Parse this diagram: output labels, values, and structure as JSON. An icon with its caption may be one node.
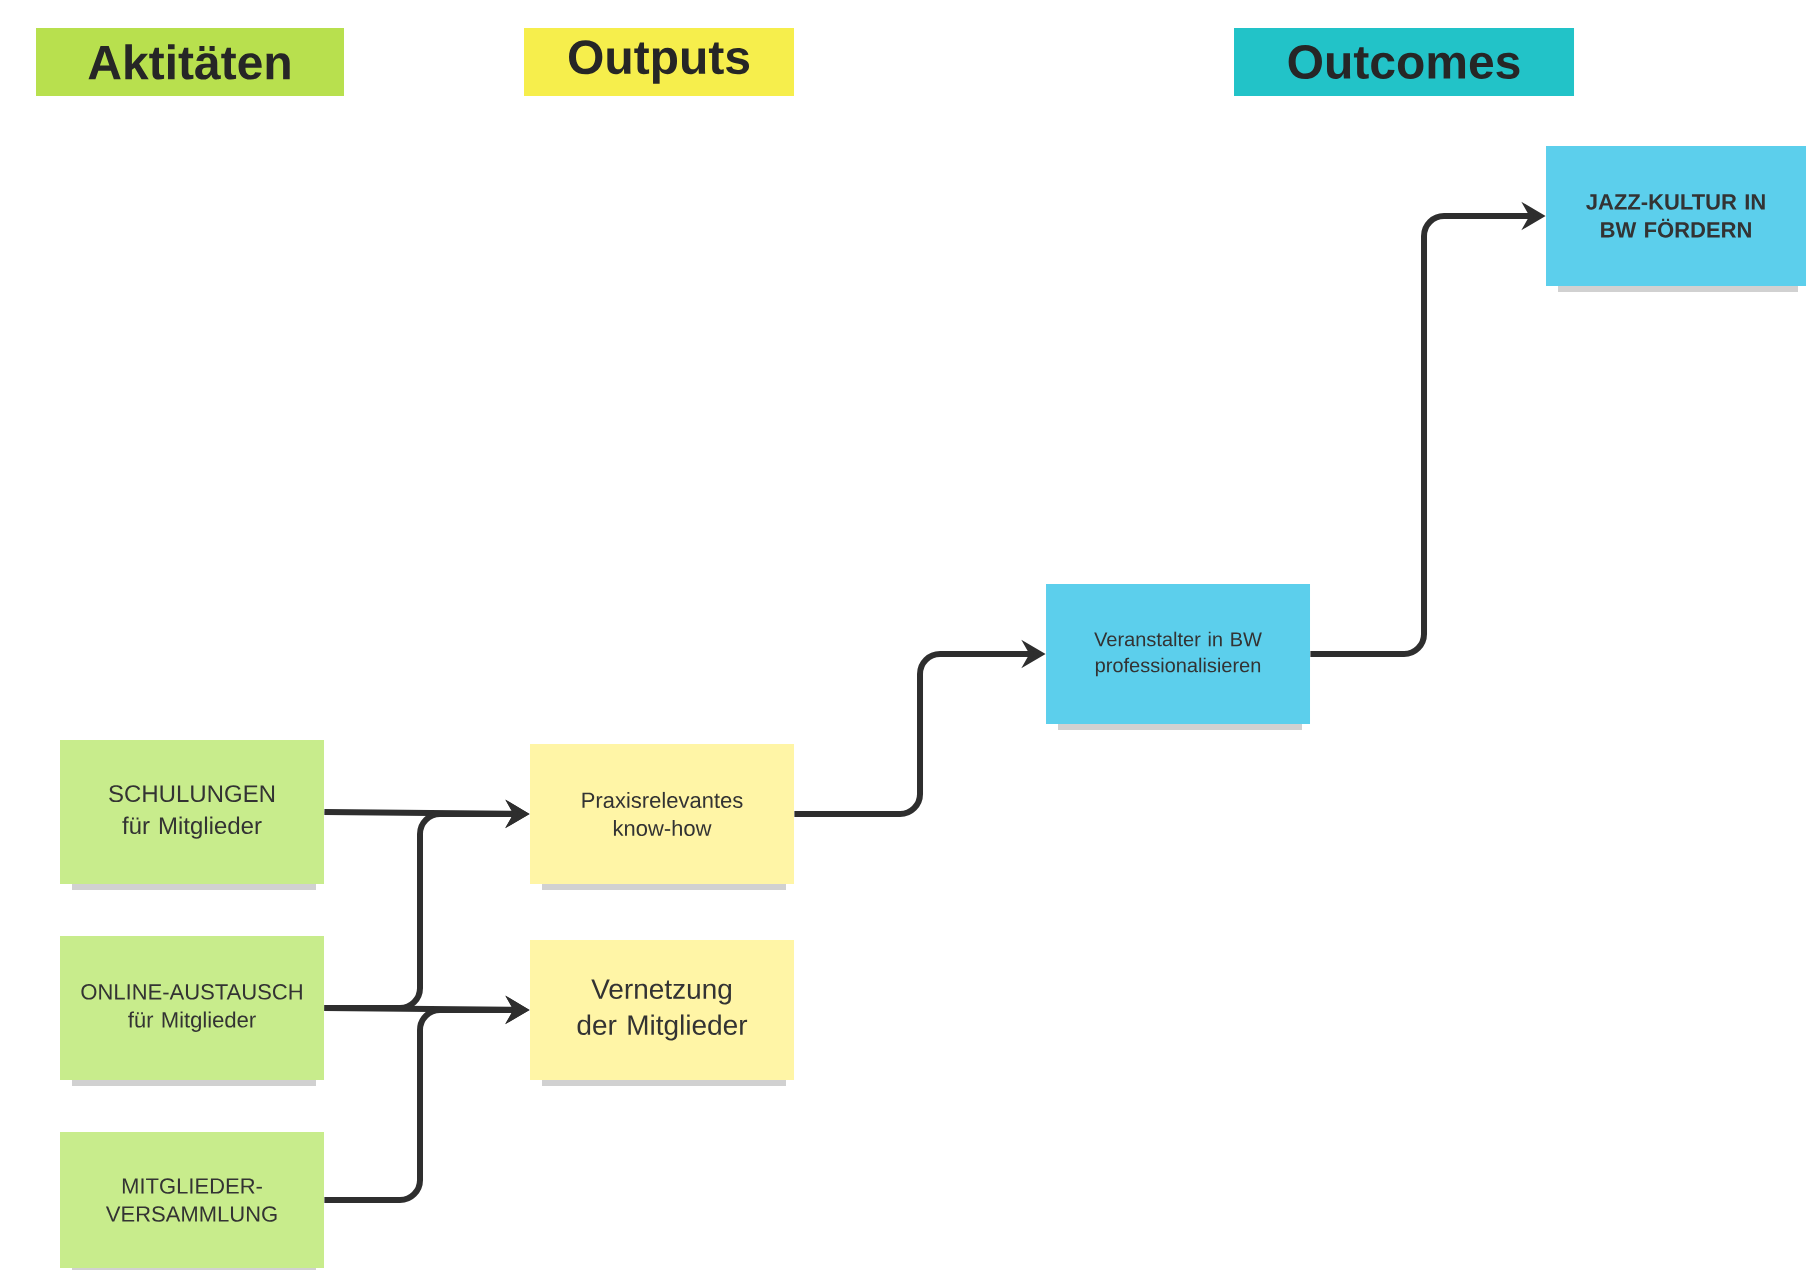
{
  "diagram": {
    "nodes": [
      {
        "text": [
          "SCHULUNGEN für Mitglieder"
        ]
      },
      {
        "text": [
          "ONLINE-AUSTAUSCH für Mitglieder"
        ]
      },
      {
        "text": [
          "MITGLIEDER-VERSAMMLUNG"
        ]
      },
      {
        "text": [
          "Praxisrelevantes know-how"
        ]
      },
      {
        "text": [
          "Vernetzung der Mitglieder"
        ]
      },
      {
        "text": [
          "Veranstalter in BW professionalisieren"
        ]
      },
      {
        "text": [
          "JAZZ-KULTUR IN BW FÖRDERN"
        ]
      }
    ],
    "edges": [
      {
        "from": 0,
        "to": 3,
        "arrow": "to"
      },
      {
        "from": 1,
        "to": 3,
        "arrow": "to"
      },
      {
        "from": 1,
        "to": 4,
        "arrow": "to"
      },
      {
        "from": 2,
        "to": 4,
        "arrow": "to"
      },
      {
        "from": 3,
        "to": 5,
        "arrow": "to"
      },
      {
        "from": 5,
        "to": 6,
        "arrow": "to"
      }
    ],
    "labels": [
      "Aktitäten",
      "Outputs",
      "Outcomes"
    ]
  }
}
